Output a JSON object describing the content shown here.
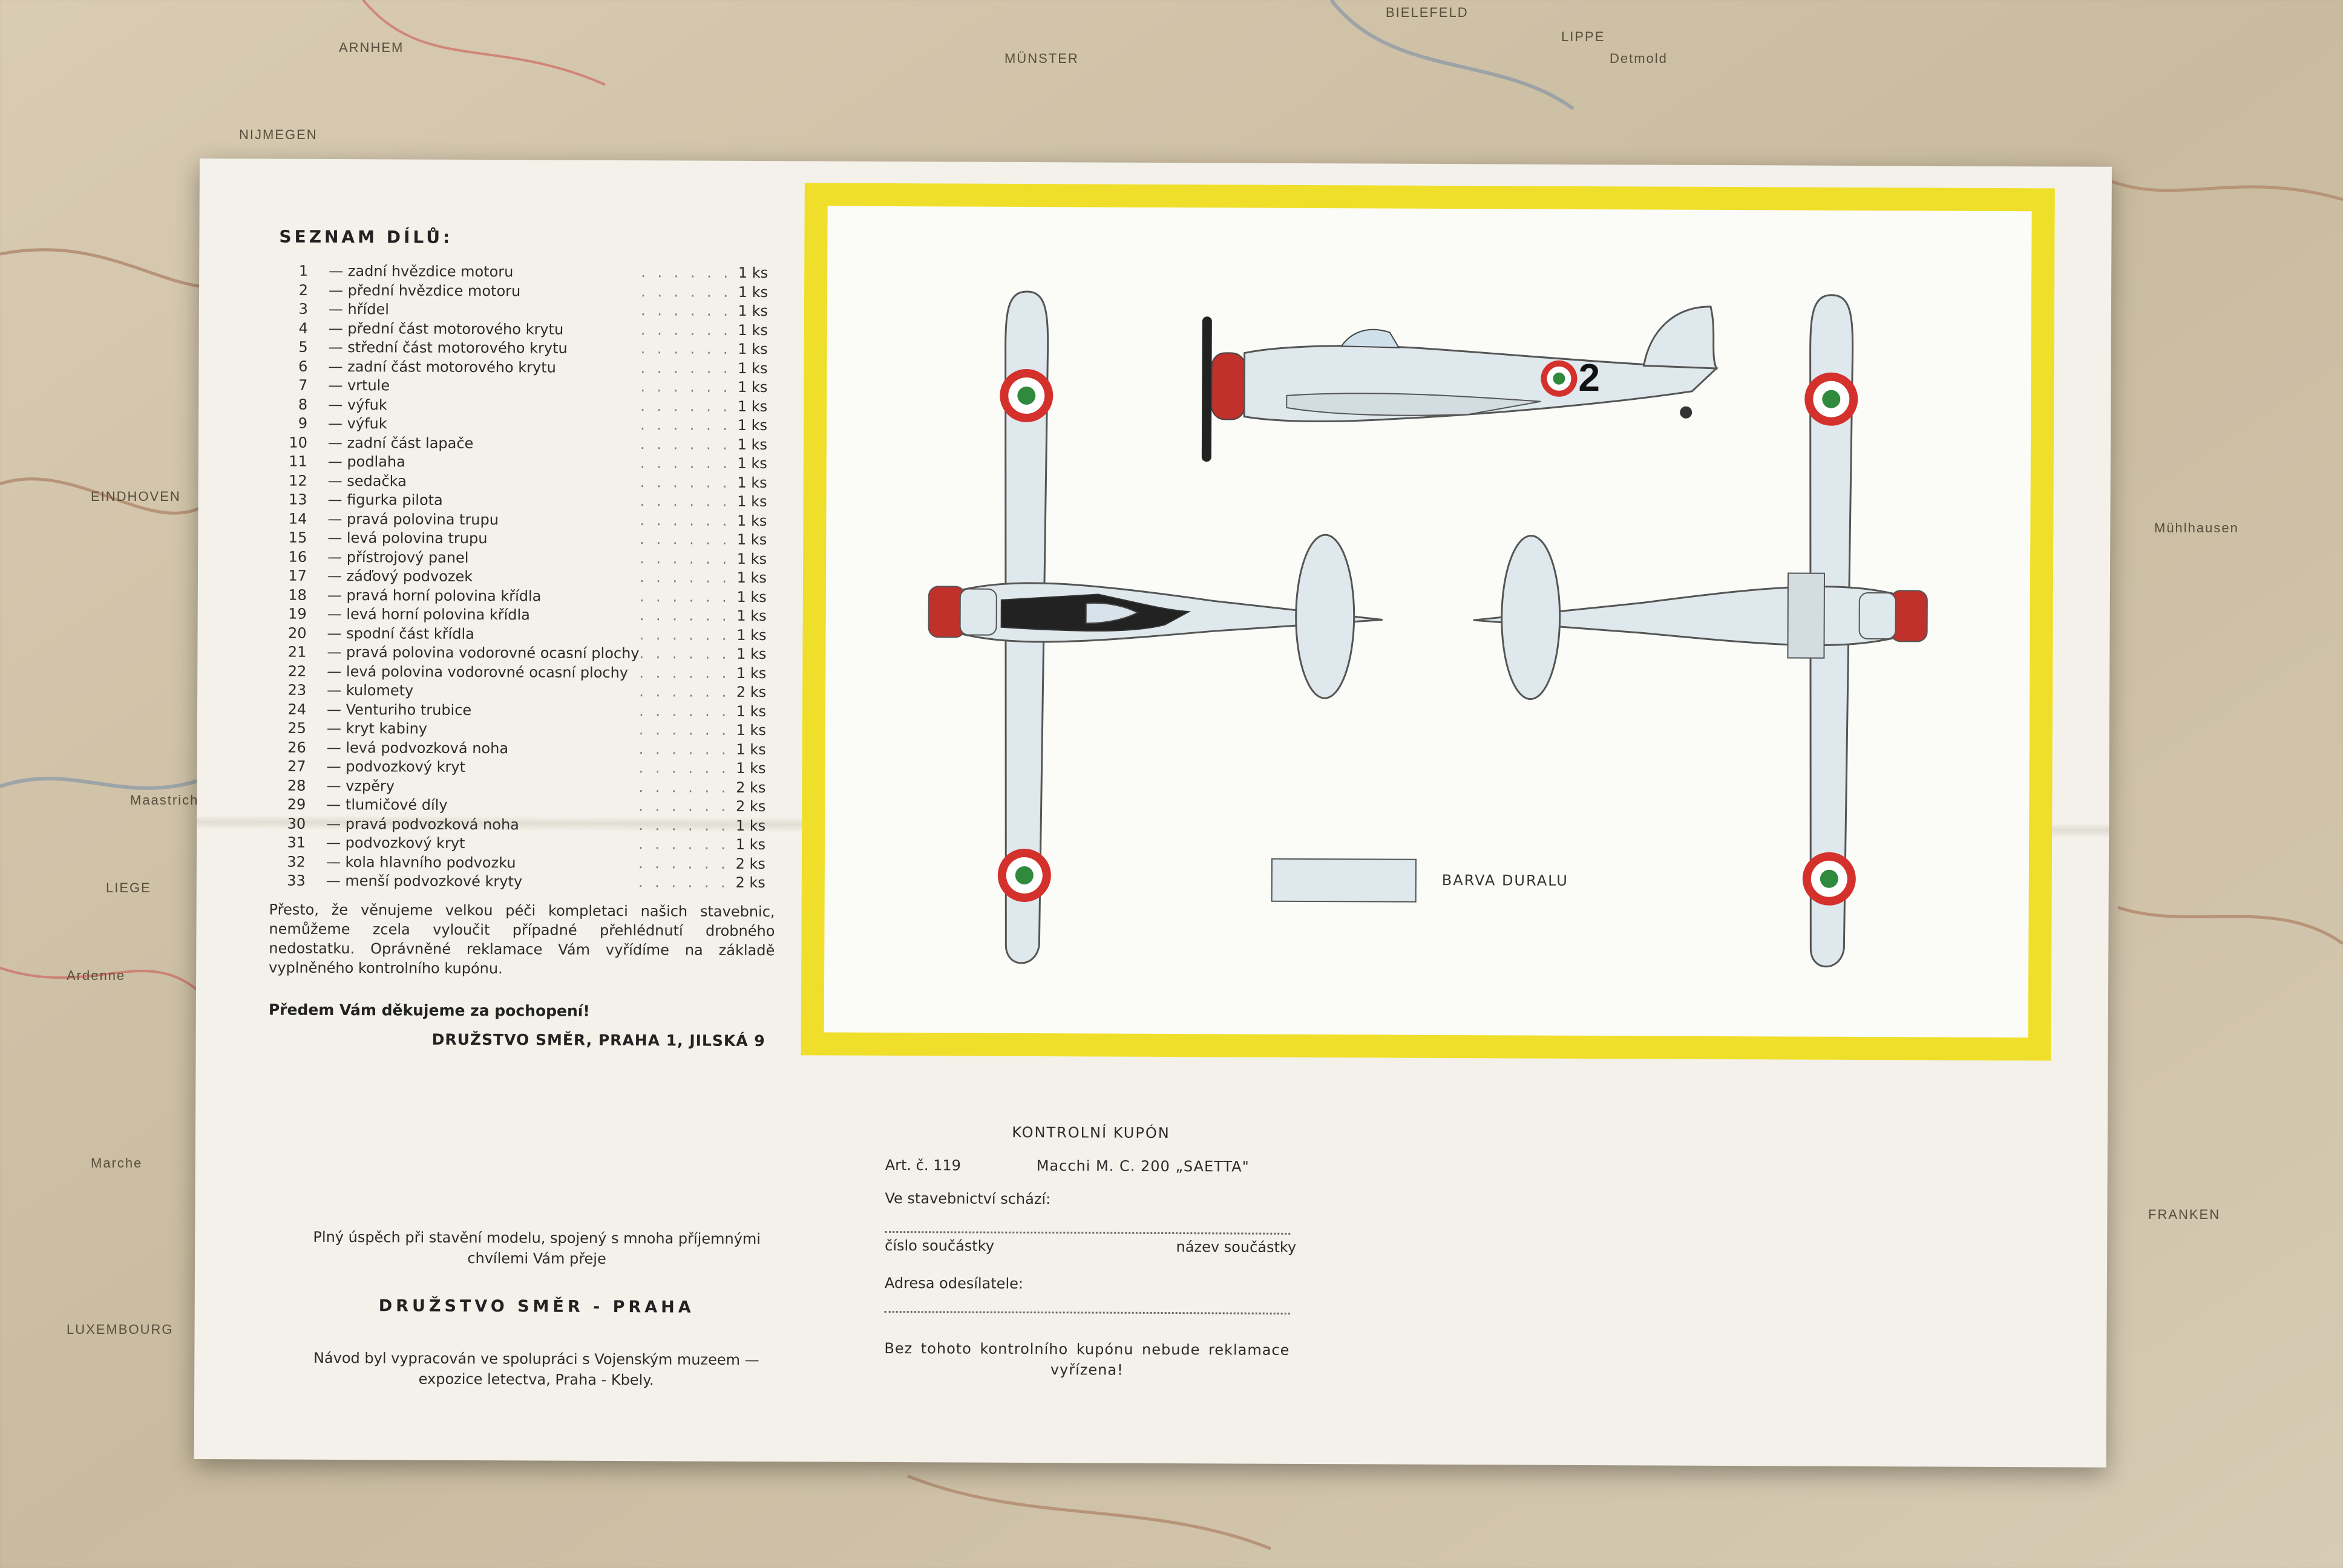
{
  "background": {
    "map_labels": [
      "BIELEFELD",
      "ARNHEM",
      "MÜNSTER",
      "NIJMEGEN",
      "EINDHOVEN",
      "LIEGE",
      "Maastricht",
      "Marche",
      "LUXEMBOURG",
      "FRANKEN",
      "Detmold",
      "LIPPE",
      "Mühlhausen",
      "Ardenne"
    ]
  },
  "sheet": {
    "parts_title": "SEZNAM DÍLŮ:",
    "parts": [
      {
        "no": "1",
        "name": "— zadní hvězdice motoru",
        "qty": "1 ks"
      },
      {
        "no": "2",
        "name": "— přední hvězdice motoru",
        "qty": "1 ks"
      },
      {
        "no": "3",
        "name": "— hřídel",
        "qty": "1 ks"
      },
      {
        "no": "4",
        "name": "— přední část motorového krytu",
        "qty": "1 ks"
      },
      {
        "no": "5",
        "name": "— střední část motorového krytu",
        "qty": "1 ks"
      },
      {
        "no": "6",
        "name": "— zadní část motorového krytu",
        "qty": "1 ks"
      },
      {
        "no": "7",
        "name": "— vrtule",
        "qty": "1 ks"
      },
      {
        "no": "8",
        "name": "— výfuk",
        "qty": "1 ks"
      },
      {
        "no": "9",
        "name": "— výfuk",
        "qty": "1 ks"
      },
      {
        "no": "10",
        "name": "— zadní část lapače",
        "qty": "1 ks"
      },
      {
        "no": "11",
        "name": "— podlaha",
        "qty": "1 ks"
      },
      {
        "no": "12",
        "name": "— sedačka",
        "qty": "1 ks"
      },
      {
        "no": "13",
        "name": "— figurka pilota",
        "qty": "1 ks"
      },
      {
        "no": "14",
        "name": "— pravá polovina trupu",
        "qty": "1 ks"
      },
      {
        "no": "15",
        "name": "— levá polovina trupu",
        "qty": "1 ks"
      },
      {
        "no": "16",
        "name": "— přístrojový panel",
        "qty": "1 ks"
      },
      {
        "no": "17",
        "name": "— záďový podvozek",
        "qty": "1 ks"
      },
      {
        "no": "18",
        "name": "— pravá horní polovina křídla",
        "qty": "1 ks"
      },
      {
        "no": "19",
        "name": "— levá horní polovina křídla",
        "qty": "1 ks"
      },
      {
        "no": "20",
        "name": "— spodní část křídla",
        "qty": "1 ks"
      },
      {
        "no": "21",
        "name": "— pravá polovina vodorovné ocasní plochy",
        "qty": "1 ks"
      },
      {
        "no": "22",
        "name": "— levá polovina vodorovné ocasní plochy",
        "qty": "1 ks"
      },
      {
        "no": "23",
        "name": "— kulomety",
        "qty": "2 ks"
      },
      {
        "no": "24",
        "name": "— Venturiho trubice",
        "qty": "1 ks"
      },
      {
        "no": "25",
        "name": "— kryt kabiny",
        "qty": "1 ks"
      },
      {
        "no": "26",
        "name": "— levá podvozková noha",
        "qty": "1 ks"
      },
      {
        "no": "27",
        "name": "— podvozkový kryt",
        "qty": "1 ks"
      },
      {
        "no": "28",
        "name": "— vzpěry",
        "qty": "2 ks"
      },
      {
        "no": "29",
        "name": "— tlumičové díly",
        "qty": "2 ks"
      },
      {
        "no": "30",
        "name": "— pravá podvozková noha",
        "qty": "1 ks"
      },
      {
        "no": "31",
        "name": "— podvozkový kryt",
        "qty": "1 ks"
      },
      {
        "no": "32",
        "name": "— kola hlavního podvozku",
        "qty": "2 ks"
      },
      {
        "no": "33",
        "name": "— menší podvozkové kryty",
        "qty": "2 ks"
      }
    ],
    "notice": "Přesto, že věnujeme velkou péči kompletaci našich stavebnic, nemůžeme zcela vyloučit případné přehlédnutí drobného nedostatku. Oprávněné reklamace Vám vyřídíme na základě vyplněného kontrolního kupónu.",
    "thanks": "Předem Vám děkujeme za pochopení!",
    "company": "DRUŽSTVO SMĚR, PRAHA 1, JILSKÁ 9",
    "wish": "Plný úspěch při stavění modelu, spojený s mnoha příjemnými chvílemi Vám přeje",
    "company_short": "DRUŽSTVO SMĚR - PRAHA",
    "credit": "Návod byl vypracován ve spolupráci s Vojenským muzeem — expozice letectva, Praha - Kbely."
  },
  "drawing": {
    "aircraft_number": "2",
    "swatch_label": "BARVA DURALU",
    "colors": {
      "frame": "#f0df2a",
      "duralumin": "#dfe8ec",
      "roundel_red": "#d4302c",
      "roundel_green": "#2f8a3d",
      "cowling_red": "#c0312b"
    }
  },
  "coupon": {
    "title": "KONTROLNÍ KUPÓN",
    "art": "Art. č. 119",
    "model": "Macchi M. C. 200 „SAETTA\"",
    "missing_label": "Ve stavebnictví schází:",
    "part_number_label": "číslo součástky",
    "part_name_label": "název součástky",
    "address_label": "Adresa odesílatele:",
    "note": "Bez tohoto kontrolního kupónu nebude reklamace vyřízena!"
  }
}
